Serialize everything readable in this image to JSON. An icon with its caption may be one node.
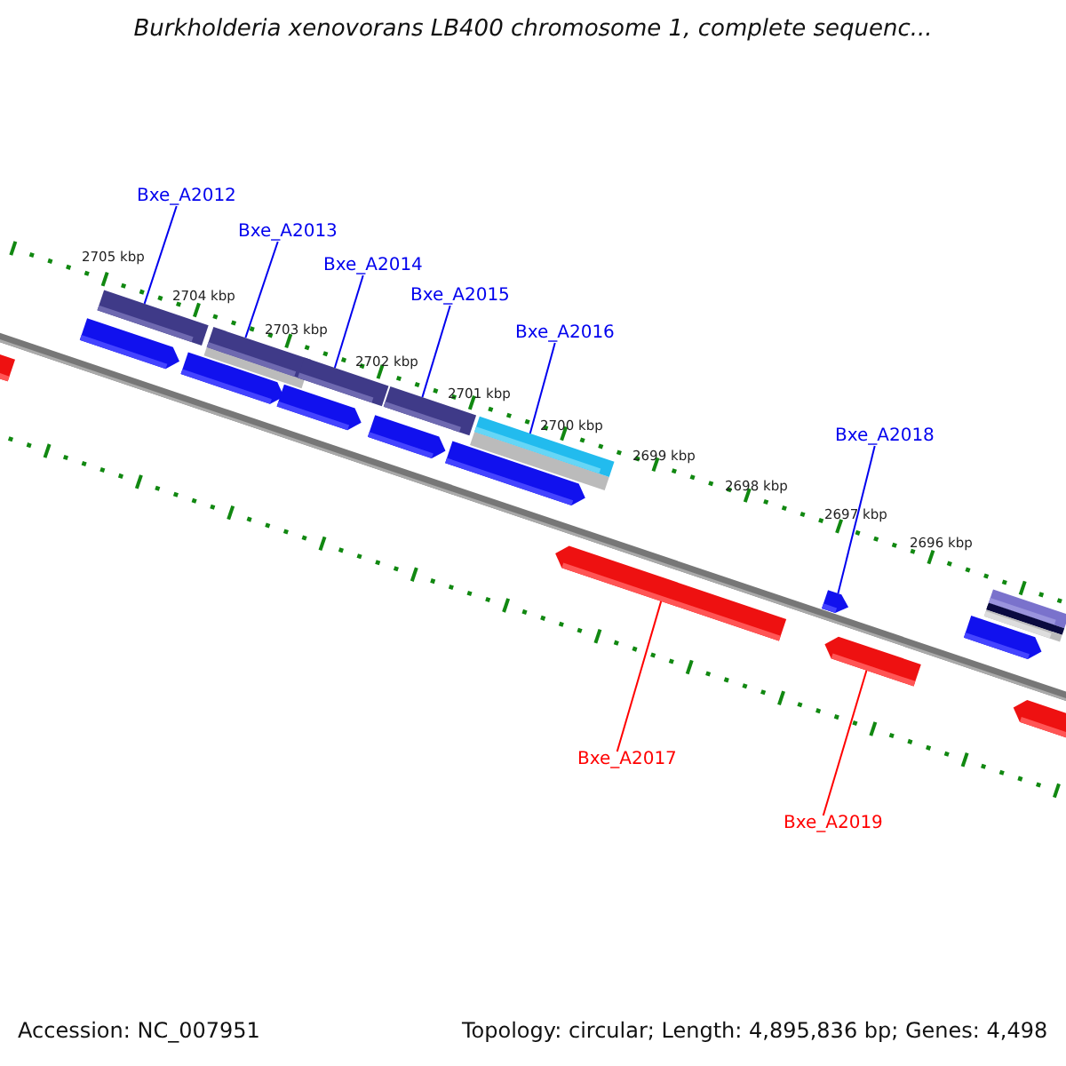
{
  "diagram": {
    "title": "Burkholderia xenovorans LB400 chromosome 1, complete sequenc...",
    "nodes": [
      {
        "text": [
          "Bxe_A2012"
        ]
      },
      {
        "text": [
          "Bxe_A2013"
        ]
      },
      {
        "text": [
          "Bxe_A2014"
        ]
      },
      {
        "text": [
          "Bxe_A2015"
        ]
      },
      {
        "text": [
          "Bxe_A2016"
        ]
      },
      {
        "text": [
          "Bxe_A2018"
        ]
      },
      {
        "text": [
          "Bxe_A2017"
        ]
      },
      {
        "text": [
          "Bxe_A2019"
        ]
      },
      {
        "text": [],
        "shape": "bar"
      },
      {
        "text": [],
        "shape": "bar"
      },
      {
        "text": [],
        "shape": "bar"
      },
      {
        "text": [],
        "shape": "bar"
      },
      {
        "text": [],
        "shape": "bar"
      },
      {
        "text": [],
        "shape": "bar"
      },
      {
        "text": [],
        "shape": "bar"
      },
      {
        "text": [],
        "shape": "bar"
      },
      {
        "text": [],
        "shape": "bar"
      }
    ],
    "edges": [
      {
        "from": 0,
        "to": 8,
        "arrow": "none"
      },
      {
        "from": 1,
        "to": 9,
        "arrow": "none"
      },
      {
        "from": 2,
        "to": 10,
        "arrow": "none"
      },
      {
        "from": 3,
        "to": 11,
        "arrow": "none"
      },
      {
        "from": 4,
        "to": 12,
        "arrow": "none"
      },
      {
        "from": 5,
        "to": 14,
        "arrow": "none"
      },
      {
        "from": 6,
        "to": 13,
        "arrow": "none",
        "color": "#ff0000"
      },
      {
        "from": 7,
        "to": 15,
        "arrow": "none",
        "color": "#ff0000"
      }
    ],
    "labels": [
      "2705 kbp",
      "2704 kbp",
      "2703 kbp",
      "2702 kbp",
      "2701 kbp",
      "2700 kbp",
      "2699 kbp",
      "2698 kbp",
      "2697 kbp",
      "2696 kbp",
      "Accession: NC_007951",
      "Topology: circular; Length: 4,895,836 bp; Genes: 4,498"
    ]
  }
}
